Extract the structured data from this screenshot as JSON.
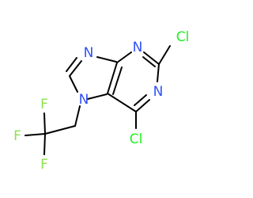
{
  "structure": {
    "atoms": [
      {
        "id": "N7",
        "symbol": "N"
      },
      {
        "id": "N9",
        "symbol": "N"
      },
      {
        "id": "N3",
        "symbol": "N"
      },
      {
        "id": "N1",
        "symbol": "N"
      },
      {
        "id": "Cl2",
        "symbol": "Cl"
      },
      {
        "id": "Cl6",
        "symbol": "Cl"
      },
      {
        "id": "F1",
        "symbol": "F"
      },
      {
        "id": "F2",
        "symbol": "F"
      },
      {
        "id": "F3",
        "symbol": "F"
      }
    ],
    "colors": {
      "bond": "#000000",
      "N": "#3050F8",
      "Cl": "#1FF01F",
      "F": "#90E050"
    }
  }
}
